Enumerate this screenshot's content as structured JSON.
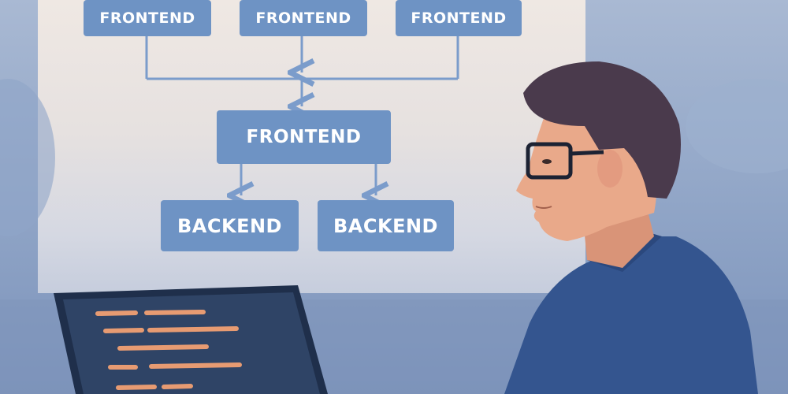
{
  "diagram": {
    "top_row": [
      {
        "label": "FRONTEND"
      },
      {
        "label": "FRONTEND"
      },
      {
        "label": "FRONTEND"
      }
    ],
    "middle": {
      "label": "FRONTEND"
    },
    "bottom_row": [
      {
        "label": "BACKEND"
      },
      {
        "label": "BACKEND"
      }
    ]
  },
  "colors": {
    "box_fill": "#6e93c4",
    "box_text": "#ffffff",
    "connector": "#7b9ccb",
    "shirt": "#34558f",
    "hair": "#4a3a4c",
    "skin": "#e9a98a",
    "code_line": "#e79b72",
    "screen": "#2f4466"
  }
}
